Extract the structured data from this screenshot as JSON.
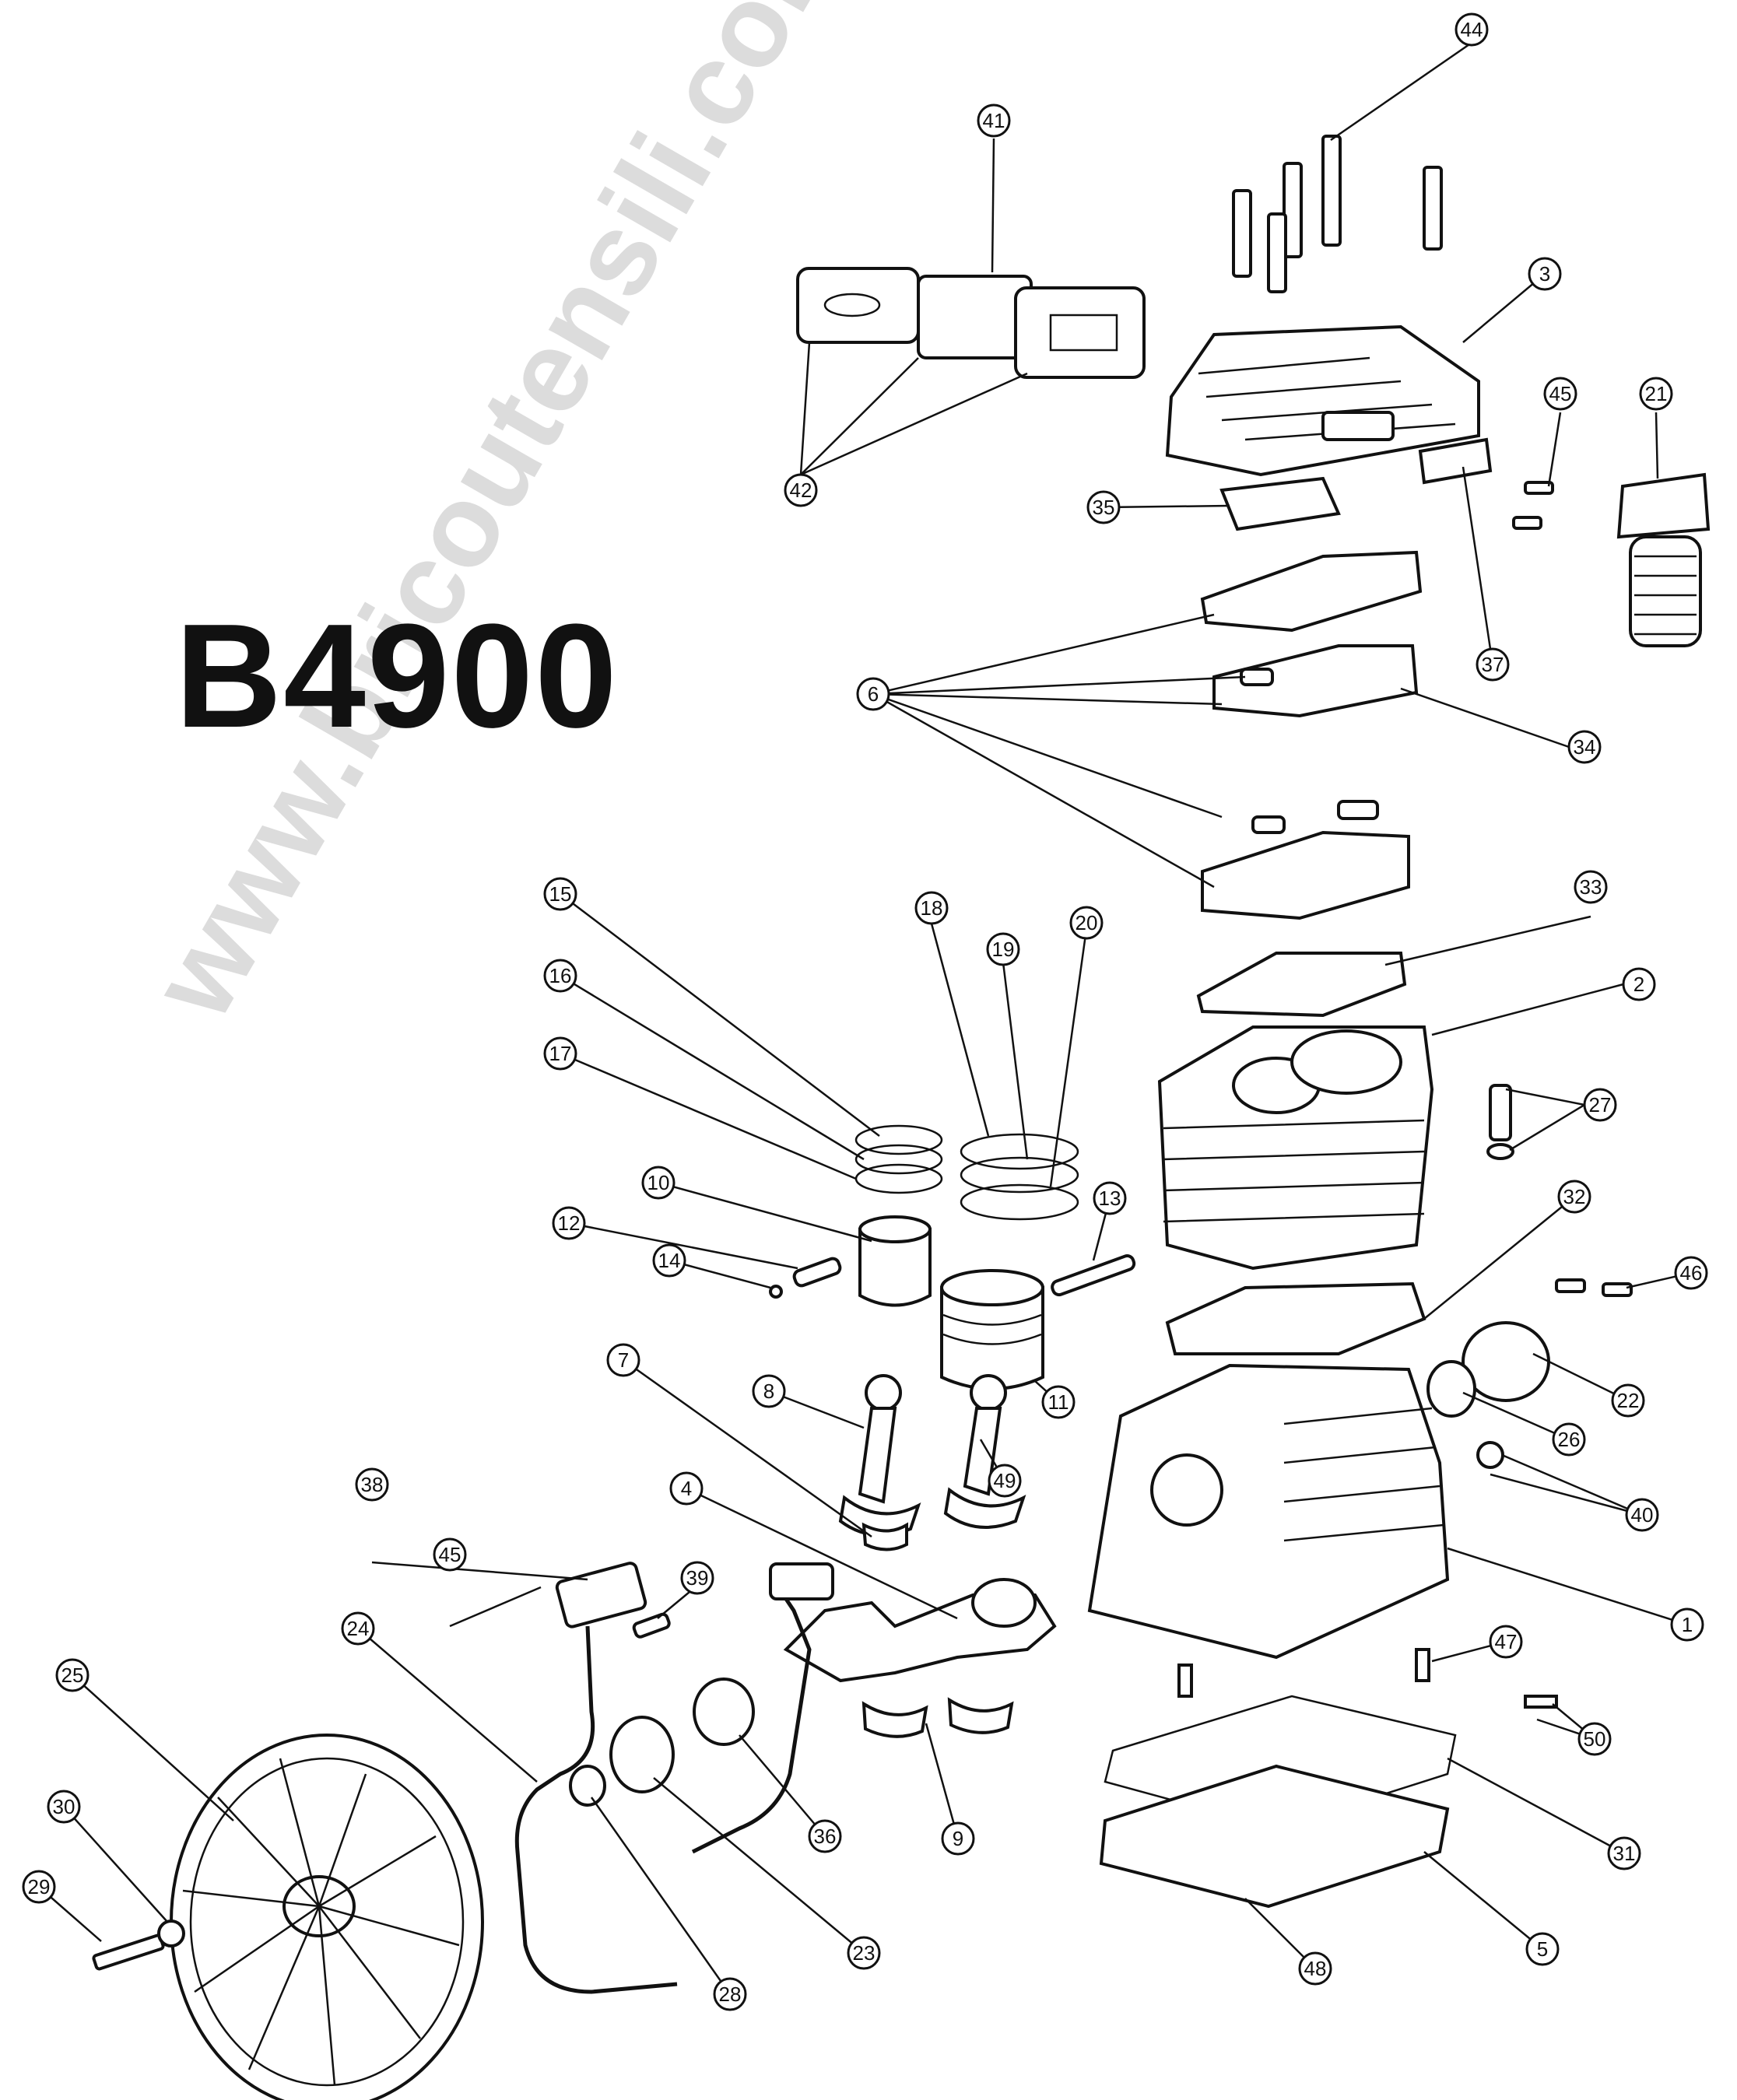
{
  "title": "B4900",
  "watermark": "www.bricoutensili.com",
  "callouts": [
    {
      "n": "1"
    },
    {
      "n": "2"
    },
    {
      "n": "3"
    },
    {
      "n": "4"
    },
    {
      "n": "5"
    },
    {
      "n": "6"
    },
    {
      "n": "7"
    },
    {
      "n": "8"
    },
    {
      "n": "9"
    },
    {
      "n": "10"
    },
    {
      "n": "11"
    },
    {
      "n": "12"
    },
    {
      "n": "13"
    },
    {
      "n": "14"
    },
    {
      "n": "15"
    },
    {
      "n": "16"
    },
    {
      "n": "17"
    },
    {
      "n": "18"
    },
    {
      "n": "19"
    },
    {
      "n": "20"
    },
    {
      "n": "21"
    },
    {
      "n": "22"
    },
    {
      "n": "23"
    },
    {
      "n": "24"
    },
    {
      "n": "25"
    },
    {
      "n": "26"
    },
    {
      "n": "27"
    },
    {
      "n": "28"
    },
    {
      "n": "29"
    },
    {
      "n": "30"
    },
    {
      "n": "31"
    },
    {
      "n": "32"
    },
    {
      "n": "33"
    },
    {
      "n": "34"
    },
    {
      "n": "35"
    },
    {
      "n": "36"
    },
    {
      "n": "37"
    },
    {
      "n": "38"
    },
    {
      "n": "39"
    },
    {
      "n": "40"
    },
    {
      "n": "41"
    },
    {
      "n": "42"
    },
    {
      "n": "44"
    },
    {
      "n": "45"
    },
    {
      "n": "45"
    },
    {
      "n": "46"
    },
    {
      "n": "47"
    },
    {
      "n": "48"
    },
    {
      "n": "49"
    },
    {
      "n": "50"
    }
  ]
}
